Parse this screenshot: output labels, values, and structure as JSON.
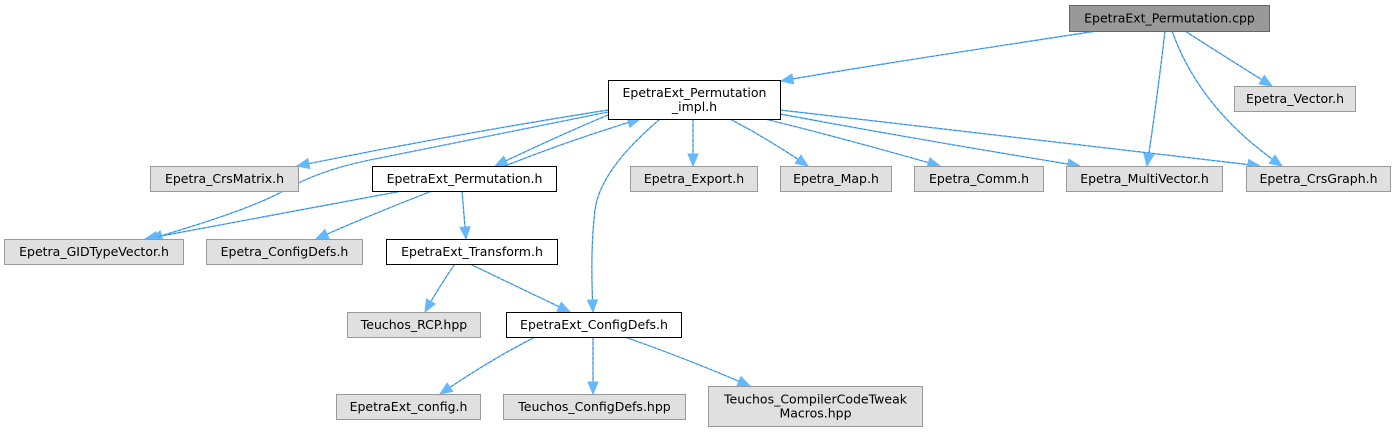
{
  "title": "EpetraExt_Permutation.cpp include dependency graph",
  "colors": {
    "root_fill": "#999999",
    "root_stroke": "#666666",
    "documented_fill": "#ffffff",
    "documented_stroke": "#000000",
    "external_fill": "#e0e0e0",
    "external_stroke": "#999999",
    "edge": "#63b8ff"
  },
  "nodes": [
    {
      "id": "perm_cpp",
      "label": [
        "EpetraExt_Permutation.cpp"
      ],
      "kind": "root"
    },
    {
      "id": "perm_impl",
      "label": [
        "EpetraExt_Permutation",
        "_impl.h"
      ],
      "kind": "documented"
    },
    {
      "id": "vector",
      "label": [
        "Epetra_Vector.h"
      ],
      "kind": "external"
    },
    {
      "id": "crsmatrix",
      "label": [
        "Epetra_CrsMatrix.h"
      ],
      "kind": "external"
    },
    {
      "id": "perm_h",
      "label": [
        "EpetraExt_Permutation.h"
      ],
      "kind": "documented"
    },
    {
      "id": "export",
      "label": [
        "Epetra_Export.h"
      ],
      "kind": "external"
    },
    {
      "id": "map",
      "label": [
        "Epetra_Map.h"
      ],
      "kind": "external"
    },
    {
      "id": "comm",
      "label": [
        "Epetra_Comm.h"
      ],
      "kind": "external"
    },
    {
      "id": "multivector",
      "label": [
        "Epetra_MultiVector.h"
      ],
      "kind": "external"
    },
    {
      "id": "crsgraph",
      "label": [
        "Epetra_CrsGraph.h"
      ],
      "kind": "external"
    },
    {
      "id": "gidtypevector",
      "label": [
        "Epetra_GIDTypeVector.h"
      ],
      "kind": "external"
    },
    {
      "id": "configdefs",
      "label": [
        "Epetra_ConfigDefs.h"
      ],
      "kind": "external"
    },
    {
      "id": "transform",
      "label": [
        "EpetraExt_Transform.h"
      ],
      "kind": "documented"
    },
    {
      "id": "rcp",
      "label": [
        "Teuchos_RCP.hpp"
      ],
      "kind": "external"
    },
    {
      "id": "ext_configdefs",
      "label": [
        "EpetraExt_ConfigDefs.h"
      ],
      "kind": "documented"
    },
    {
      "id": "ext_config",
      "label": [
        "EpetraExt_config.h"
      ],
      "kind": "external"
    },
    {
      "id": "teuchos_configdefs",
      "label": [
        "Teuchos_ConfigDefs.hpp"
      ],
      "kind": "external"
    },
    {
      "id": "tweak",
      "label": [
        "Teuchos_CompilerCodeTweak",
        "Macros.hpp"
      ],
      "kind": "external"
    }
  ],
  "edges": [
    {
      "from": "perm_cpp",
      "to": "perm_impl"
    },
    {
      "from": "perm_cpp",
      "to": "vector"
    },
    {
      "from": "perm_cpp",
      "to": "multivector"
    },
    {
      "from": "perm_cpp",
      "to": "crsgraph"
    },
    {
      "from": "perm_impl",
      "to": "crsmatrix"
    },
    {
      "from": "perm_impl",
      "to": "perm_h"
    },
    {
      "from": "perm_h",
      "to": "perm_impl"
    },
    {
      "from": "perm_impl",
      "to": "export"
    },
    {
      "from": "perm_impl",
      "to": "map"
    },
    {
      "from": "perm_impl",
      "to": "comm"
    },
    {
      "from": "perm_impl",
      "to": "multivector"
    },
    {
      "from": "perm_impl",
      "to": "crsgraph"
    },
    {
      "from": "perm_impl",
      "to": "gidtypevector"
    },
    {
      "from": "perm_impl",
      "to": "ext_configdefs"
    },
    {
      "from": "perm_h",
      "to": "gidtypevector"
    },
    {
      "from": "perm_h",
      "to": "configdefs"
    },
    {
      "from": "perm_h",
      "to": "transform"
    },
    {
      "from": "transform",
      "to": "rcp"
    },
    {
      "from": "transform",
      "to": "ext_configdefs"
    },
    {
      "from": "ext_configdefs",
      "to": "ext_config"
    },
    {
      "from": "ext_configdefs",
      "to": "teuchos_configdefs"
    },
    {
      "from": "ext_configdefs",
      "to": "tweak"
    }
  ]
}
